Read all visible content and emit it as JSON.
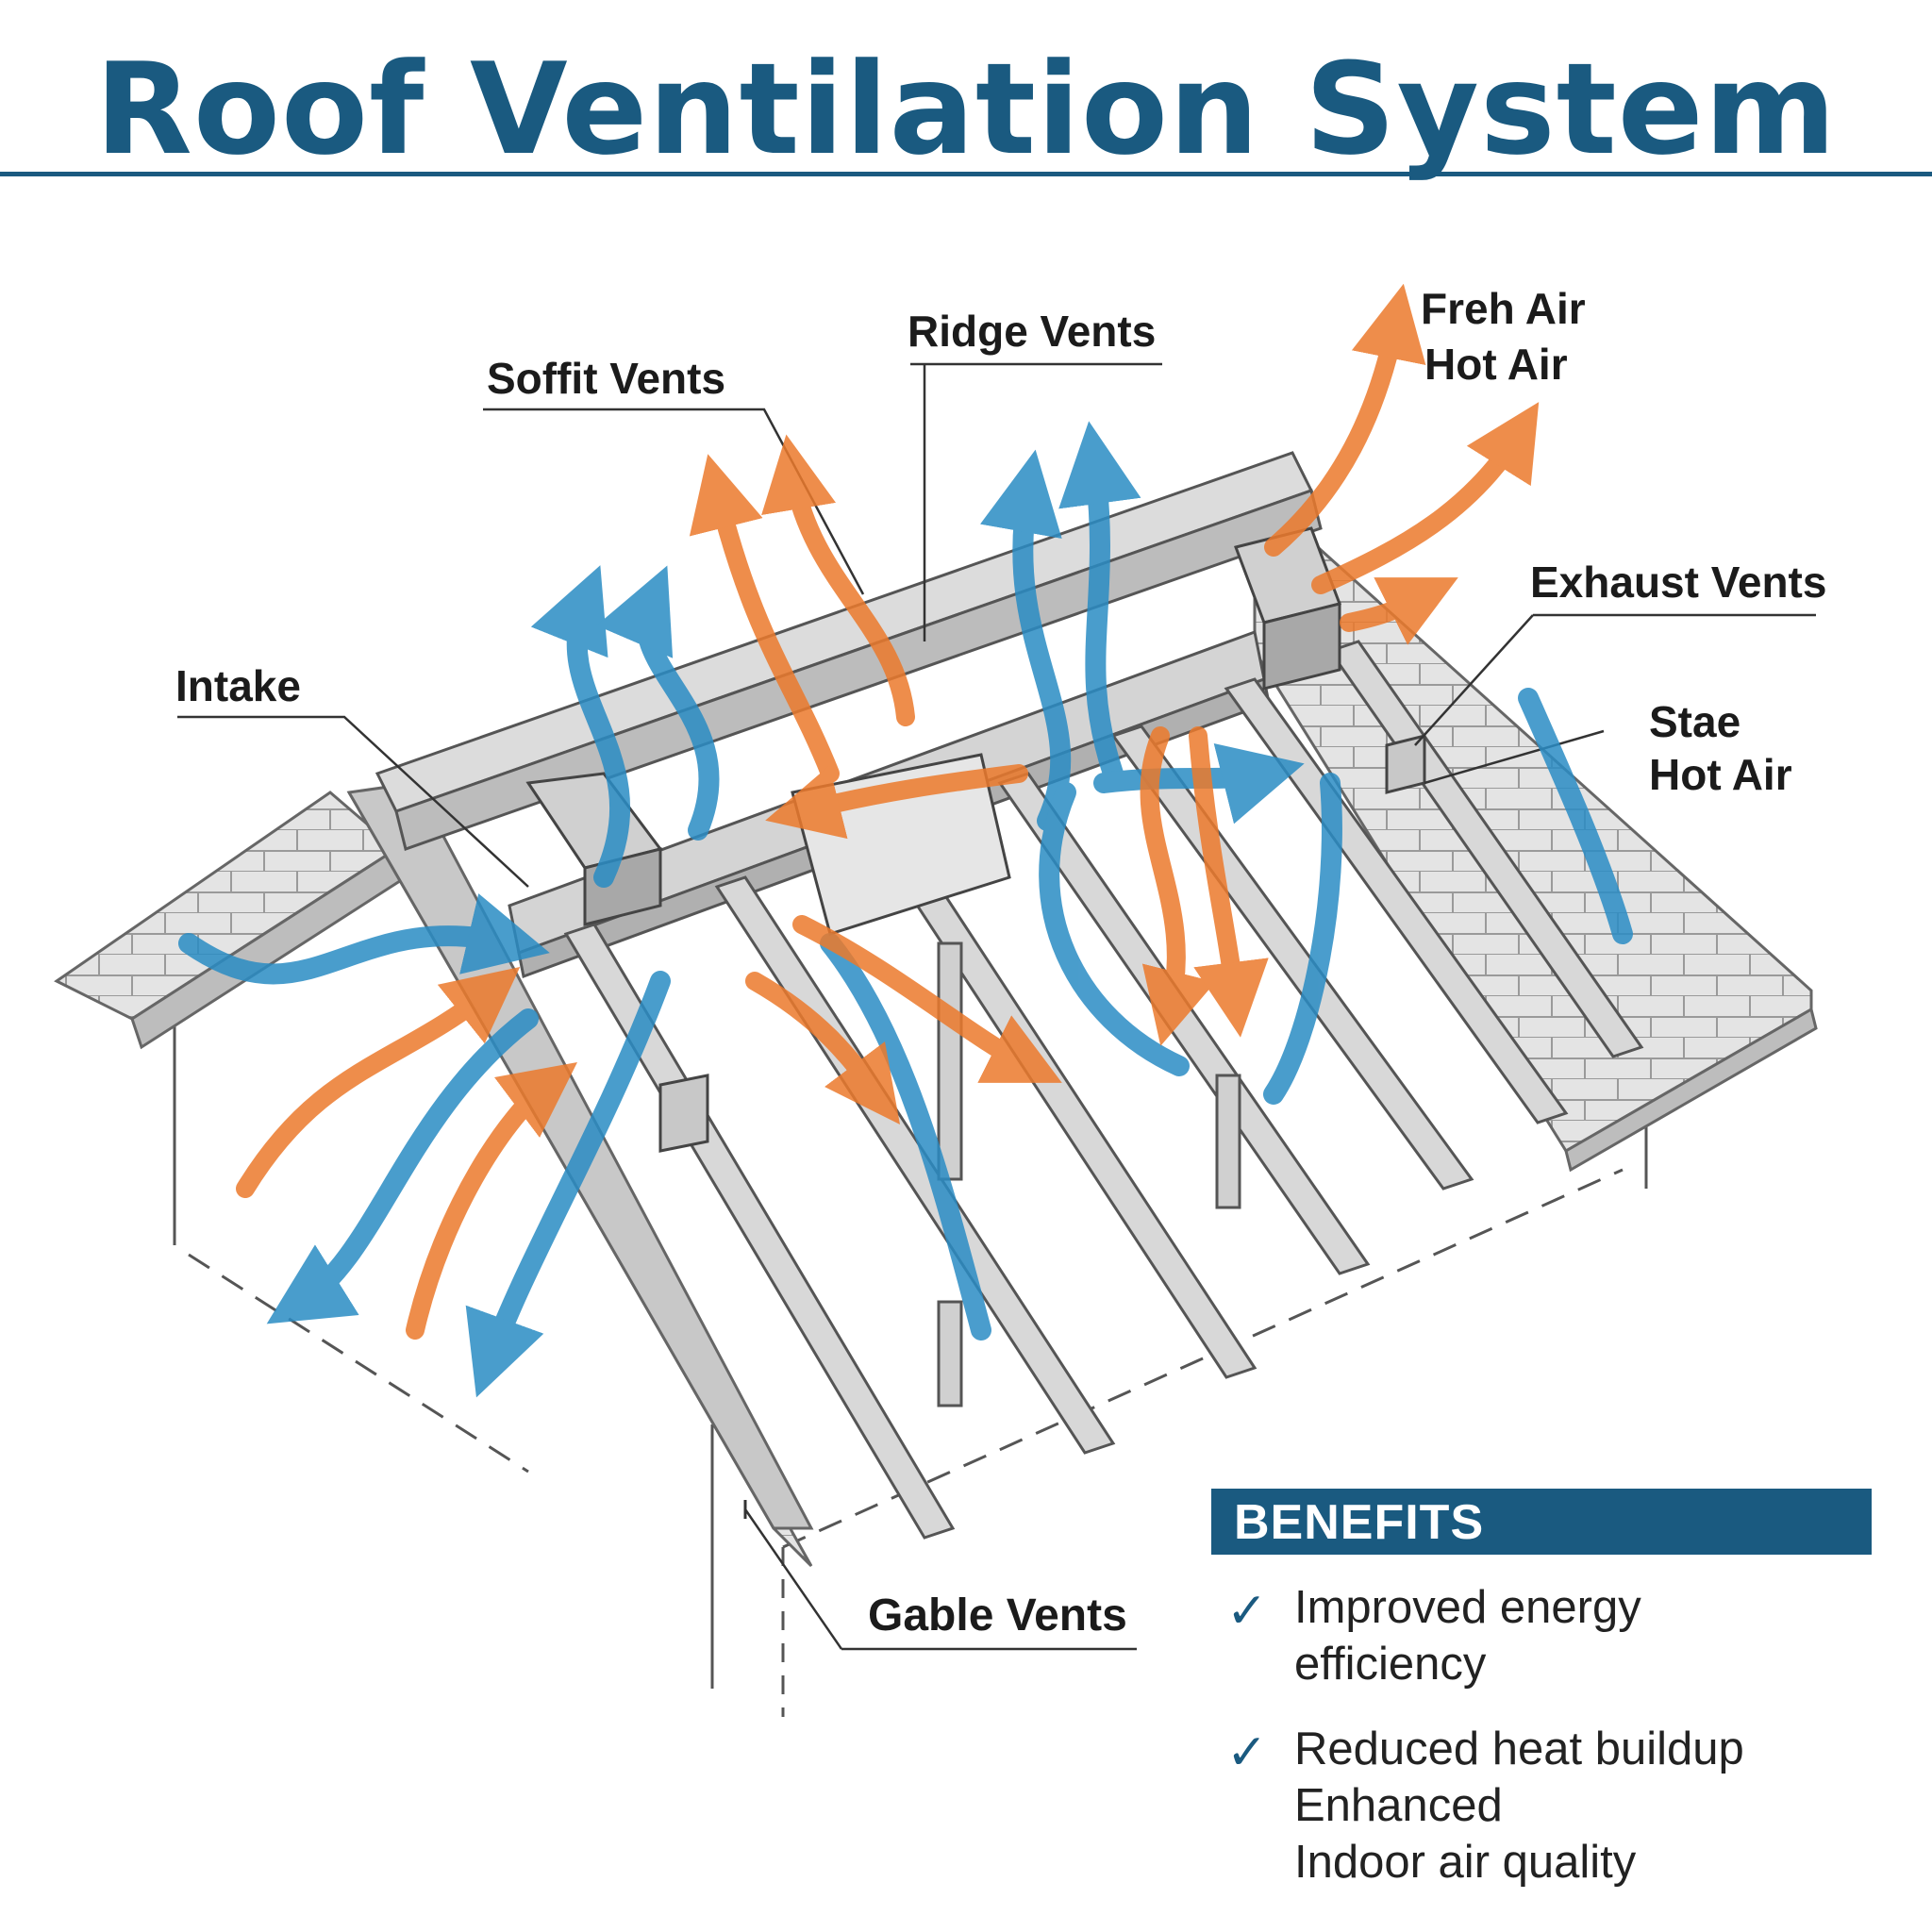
{
  "title": "Roof Ventilation System",
  "labels": {
    "soffit": "Soffit Vents",
    "ridge": "Ridge Vents",
    "fresh": "Freh Air",
    "hot_top": "Hot Air",
    "exhaust": "Exhaust Vents",
    "stale": "Stae",
    "hot_mid": "Hot Air",
    "intake": "Intake",
    "gable": "Gable Vents"
  },
  "benefits": {
    "heading": "BENEFITS",
    "items": [
      {
        "lines": [
          "Improved energy",
          "efficiency"
        ]
      },
      {
        "lines": [
          "Reduced heat buildup",
          "Enhanced",
          "Indoor air quality"
        ]
      }
    ]
  },
  "colors": {
    "brand": "#1a5a80",
    "cool_air": "#2a8cc4",
    "hot_air": "#ec7a2c",
    "roof": "#cfcfcf"
  }
}
